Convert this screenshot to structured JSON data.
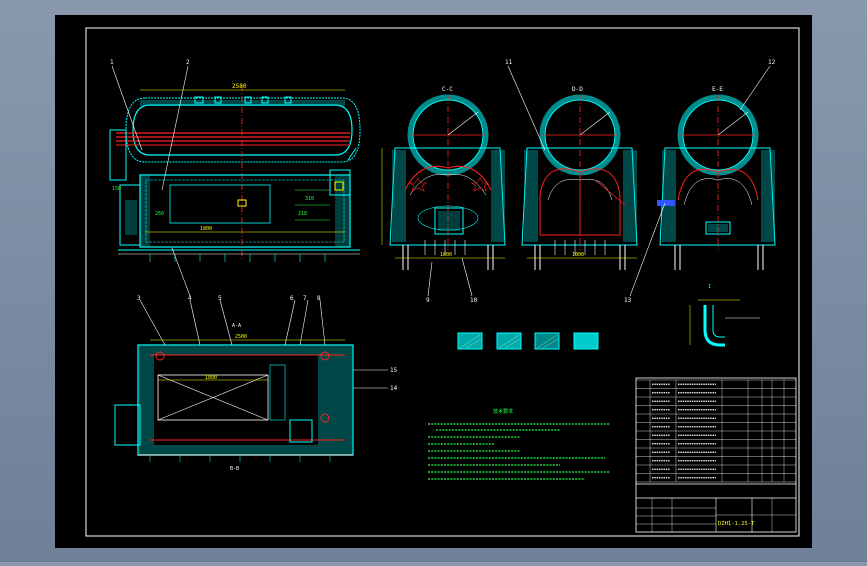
{
  "colors": {
    "background": "#000000",
    "frame": "#ffffff",
    "outline": "#00ffff",
    "red": "#ff2020",
    "green": "#20ff40",
    "yellow": "#ffff00",
    "magenta": "#ff40ff",
    "blue": "#3050ff"
  },
  "callouts": {
    "c1": "1",
    "c2": "2",
    "c3": "3",
    "c4": "4",
    "c5": "5",
    "c6": "6",
    "c7": "7",
    "c8": "8",
    "c9": "9",
    "c10": "10",
    "c11": "11",
    "c12": "12",
    "c13": "13",
    "c14": "14",
    "c15": "15"
  },
  "section_titles": {
    "cc": "C-C",
    "dd": "D-D",
    "ee": "E-E",
    "aa": "A-A",
    "bb": "B-B"
  },
  "dimensions": {
    "top_length": "2580",
    "c_width": "1800",
    "d_width": "1800",
    "plan_length": "2500",
    "plan_inner": "1800",
    "detail_i": "I"
  },
  "drawing_number": "DZH1-1.25-T",
  "legend_items": [
    "",
    "",
    "",
    ""
  ],
  "notes_title": "技术要求",
  "bom_rows": 12
}
